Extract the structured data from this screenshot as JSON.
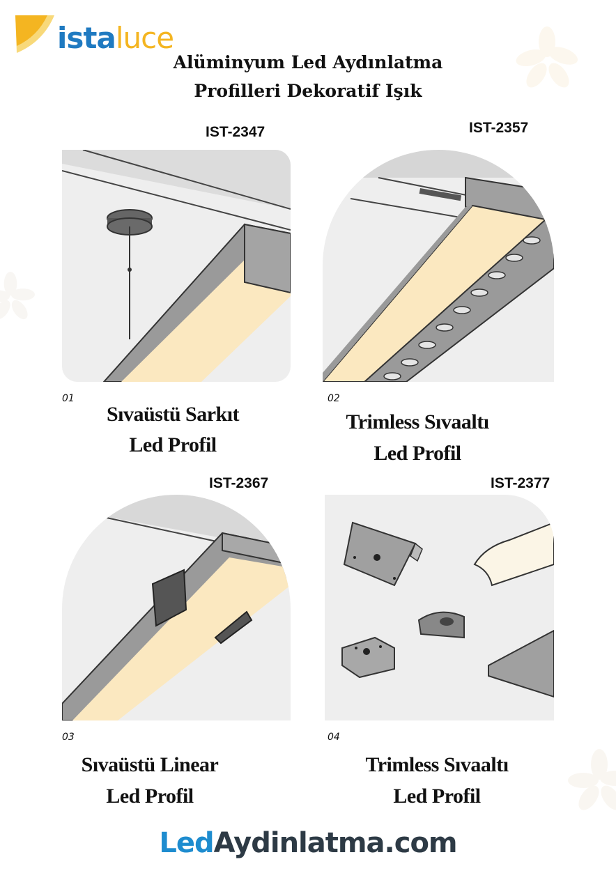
{
  "brand": {
    "logo_part1": "ista",
    "logo_part2": "luce",
    "colors": {
      "blue": "#1f7ac1",
      "yellow": "#f4b521"
    }
  },
  "title": {
    "line1": "Alüminyum Led Aydınlatma",
    "line2": "Profilleri Dekoratif Işık"
  },
  "products": [
    {
      "code": "IST-2347",
      "number": "01",
      "caption_line1": "Sıvaüstü Sarkıt",
      "caption_line2": "Led Profil",
      "image": "pendant-surface-led-profile-illustration"
    },
    {
      "code": "IST-2357",
      "number": "02",
      "caption_line1": "Trimless  Sıvaaltı",
      "caption_line2": "Led Profil",
      "image": "trimless-recessed-led-profile-illustration"
    },
    {
      "code": "IST-2367",
      "number": "03",
      "caption_line1": "Sıvaüstü Linear",
      "caption_line2": "Led Profil",
      "image": "surface-linear-led-profile-illustration"
    },
    {
      "code": "IST-2377",
      "number": "04",
      "caption_line1": "Trimless  Sıvaaltı",
      "caption_line2": "Led Profil",
      "image": "trimless-profile-parts-illustration"
    }
  ],
  "footer": {
    "site_part1": "Led",
    "site_part2": "Aydinlatma.com",
    "colors": {
      "led": "#1e8ccf",
      "rest": "#2d3a45"
    }
  },
  "palette": {
    "panel_bg": "#eeeeee",
    "light_strip": "#fbe8c0",
    "profile_gray": "#9a9a9a"
  }
}
